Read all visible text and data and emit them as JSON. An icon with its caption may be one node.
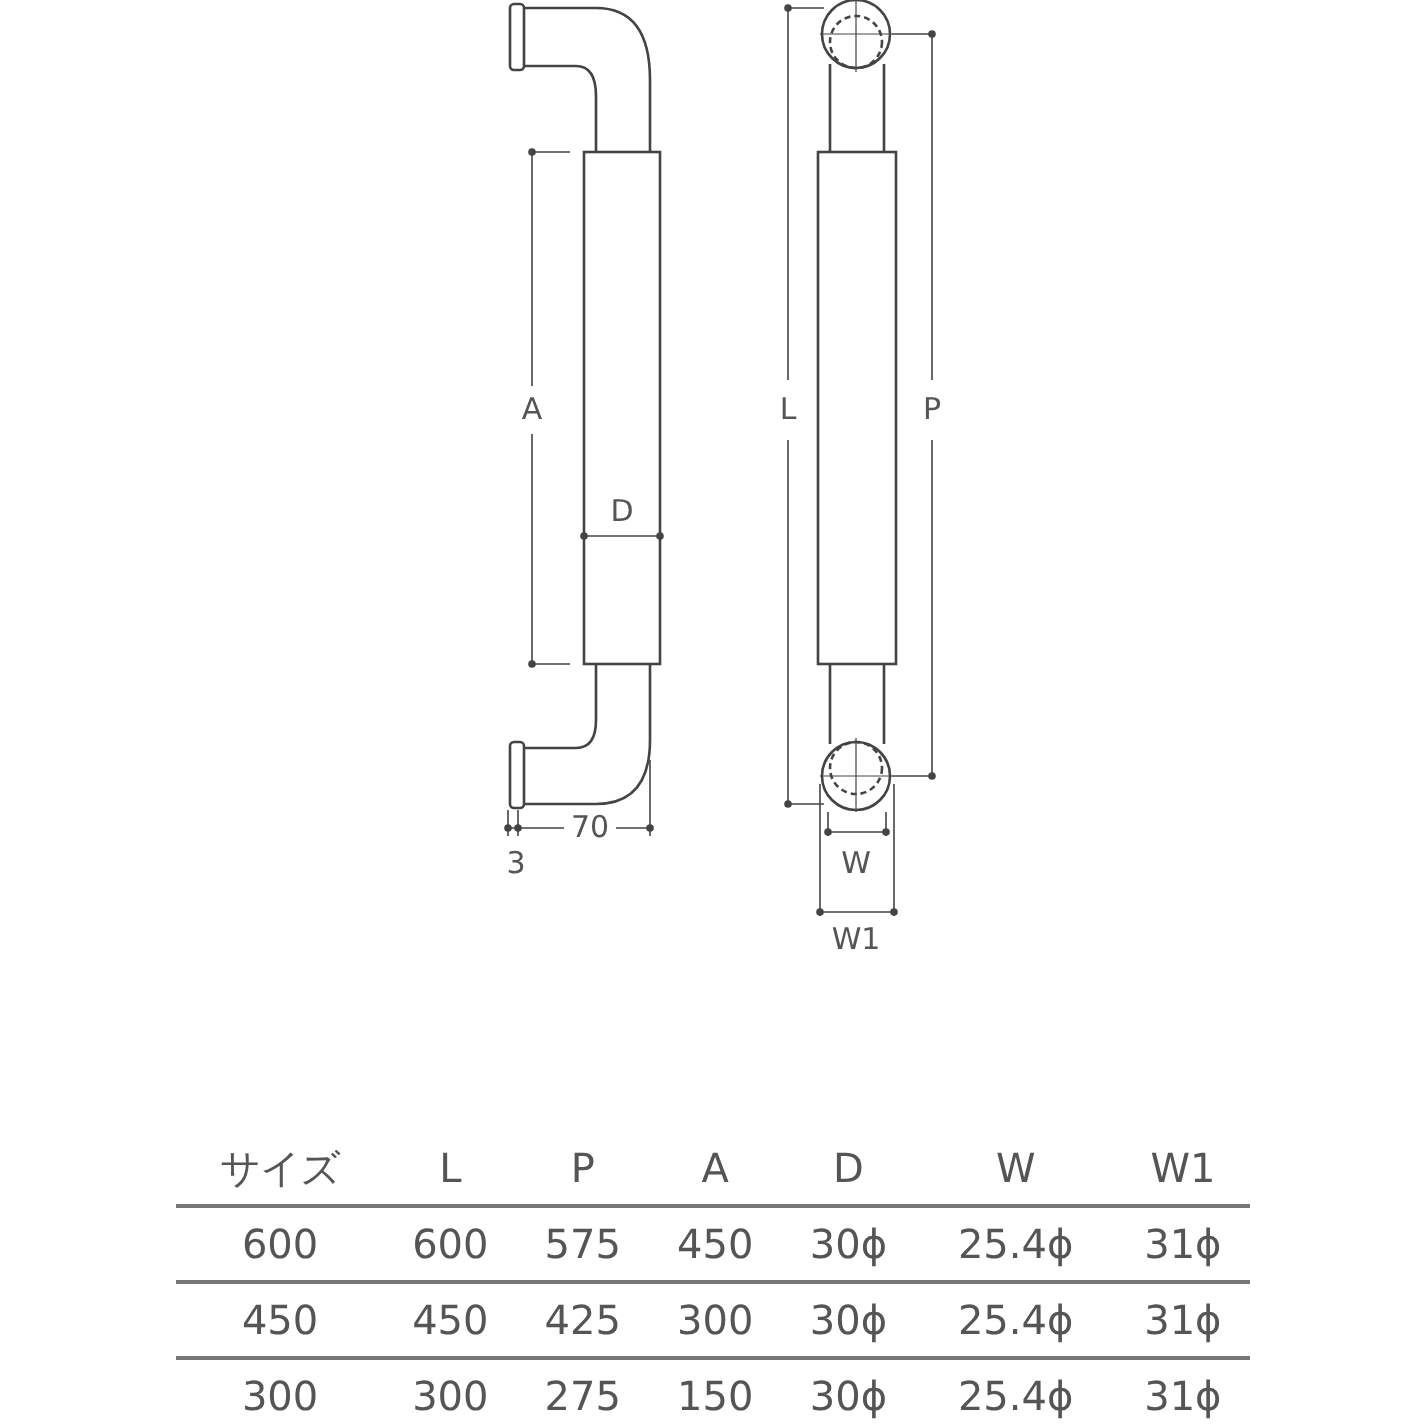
{
  "diagram": {
    "labels": [
      "A",
      "D",
      "L",
      "P",
      "3",
      "70",
      "W",
      "W1",
      "サイズ",
      "L",
      "P",
      "A",
      "D",
      "W",
      "W1",
      "600",
      "600",
      "575",
      "450",
      "30ϕ",
      "25.4ϕ",
      "31ϕ",
      "450",
      "450",
      "425",
      "300",
      "30ϕ",
      "25.4ϕ",
      "31ϕ",
      "300",
      "300",
      "275",
      "150",
      "30ϕ",
      "25.4ϕ",
      "31ϕ"
    ]
  }
}
